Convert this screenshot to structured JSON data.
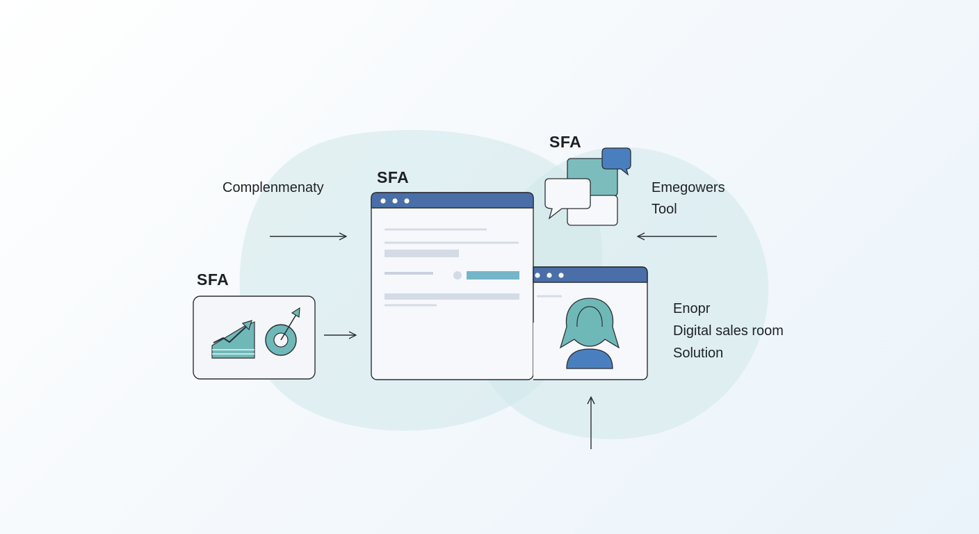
{
  "labels": {
    "sfa_main": "SFA",
    "sfa_chat": "SFA",
    "sfa_left": "SFA",
    "complementary": "Complenmenaty",
    "empowers_line1": "Emegowers",
    "empowers_line2": "Tool",
    "dsr_line1": "Enopr",
    "dsr_line2": "Digital sales room",
    "dsr_line3": "Solution"
  },
  "icons": {
    "growth": "growth-chart-icon",
    "target": "target-arrow-icon",
    "chat": "chat-bubbles-icon",
    "user": "user-avatar-icon",
    "arrow": "arrow-icon"
  },
  "colors": {
    "primary_blue": "#4a6fa8",
    "teal": "#6fb8b8",
    "teal_light": "#cfe6e8",
    "stroke": "#2b2f36",
    "blob": "#cfe7ea"
  }
}
